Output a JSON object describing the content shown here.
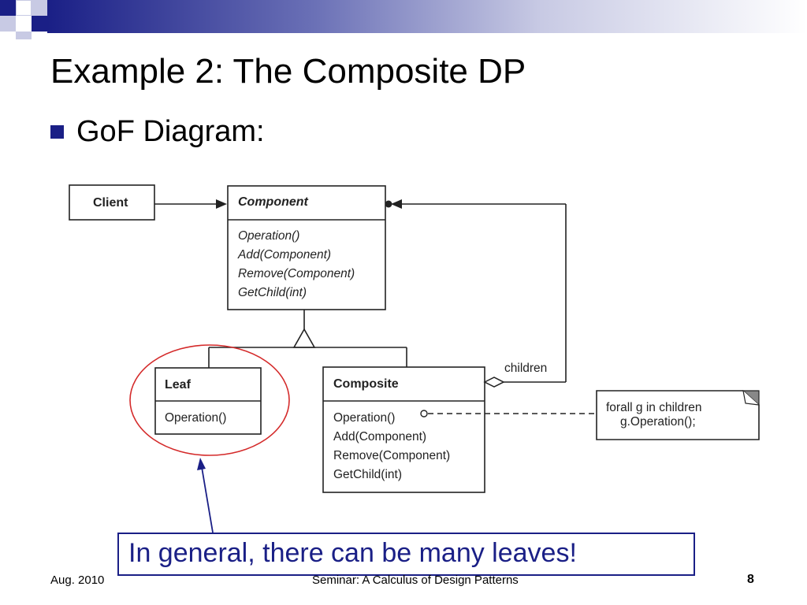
{
  "slide": {
    "title": "Example 2: The Composite DP",
    "bullet": "GoF Diagram:"
  },
  "diagram": {
    "client": {
      "name": "Client"
    },
    "component": {
      "name": "Component",
      "operations": [
        "Operation()",
        "Add(Component)",
        "Remove(Component)",
        "GetChild(int)"
      ]
    },
    "leaf": {
      "name": "Leaf",
      "operations": [
        "Operation()"
      ]
    },
    "composite": {
      "name": "Composite",
      "operations": [
        "Operation()",
        "Add(Component)",
        "Remove(Component)",
        "GetChild(int)"
      ]
    },
    "association_label": "children",
    "note": {
      "line1": "forall g in children",
      "line2": "g.Operation();"
    }
  },
  "callout": {
    "text": "In general, there can be many leaves!"
  },
  "footer": {
    "date": "Aug. 2010",
    "seminar": "Seminar: A Calculus of Design Patterns",
    "page": "8"
  },
  "colors": {
    "accent": "#1a1f86",
    "highlight_circle": "#d42a2a"
  }
}
